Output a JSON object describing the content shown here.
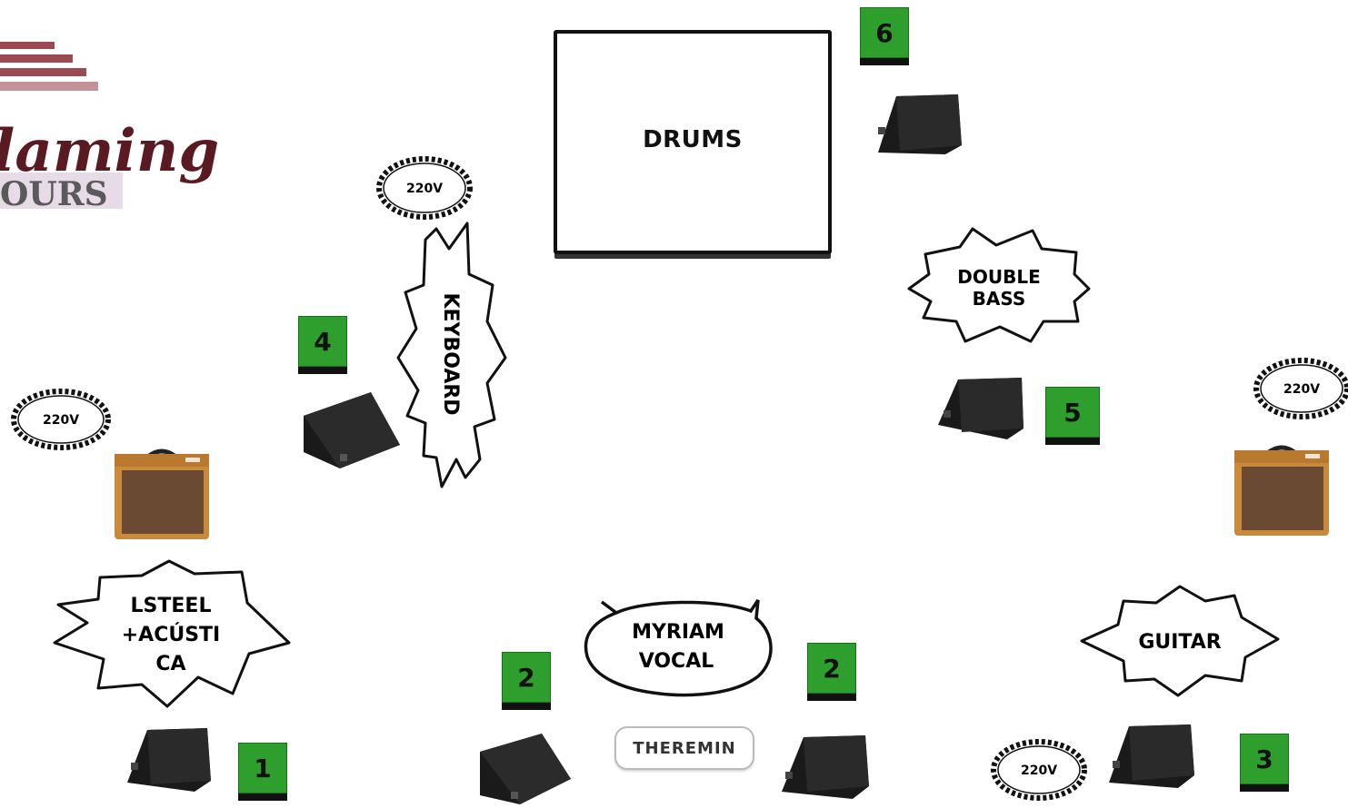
{
  "logo": {
    "script": "lamingo",
    "subtitle": "OURS"
  },
  "drums": {
    "label": "DRUMS"
  },
  "bubbles": {
    "keyboard": "KEYBOARD",
    "double_bass": [
      "DOUBLE",
      "BASS"
    ],
    "lsteel": [
      "LSTEEL",
      "+ACÚSTI",
      "CA"
    ],
    "myriam": [
      "MYRIAM",
      "VOCAL"
    ],
    "guitar": "GUITAR"
  },
  "power": {
    "keyboard": "220V",
    "lsteel": "220V",
    "guitar_right": "220V",
    "guitar_bottom": "220V"
  },
  "badges": {
    "b1": "1",
    "b2_left": "2",
    "b2_right": "2",
    "b3": "3",
    "b4": "4",
    "b5": "5",
    "b6": "6"
  },
  "theremin": {
    "label": "THEREMIN"
  },
  "colors": {
    "badge_green": "#2e9e2c",
    "amp_tweed": "#c98a3c",
    "monitor": "#1a1a1a"
  }
}
